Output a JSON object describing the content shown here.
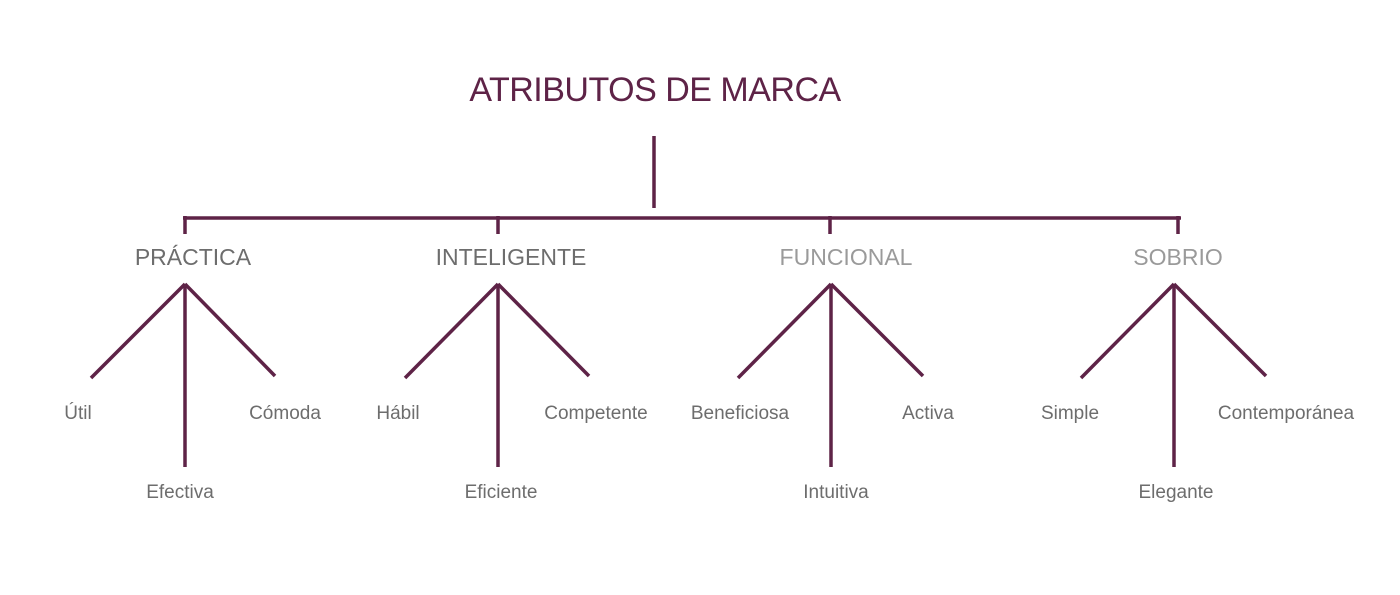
{
  "title": "ATRIBUTOS DE MARCA",
  "colors": {
    "lines": "#5e2347",
    "title": "#5e2347",
    "text": "#6d6d6d",
    "text_light": "#9a9a9a"
  },
  "categories": [
    {
      "label": "PRÁCTICA",
      "children": [
        "Útil",
        "Efectiva",
        "Cómoda"
      ]
    },
    {
      "label": "INTELIGENTE",
      "children": [
        "Hábil",
        "Eficiente",
        "Competente"
      ]
    },
    {
      "label": "FUNCIONAL",
      "children": [
        "Beneficiosa",
        "Intuitiva",
        "Activa"
      ]
    },
    {
      "label": "SOBRIO",
      "children": [
        "Simple",
        "Elegante",
        "Contemporánea"
      ]
    }
  ]
}
